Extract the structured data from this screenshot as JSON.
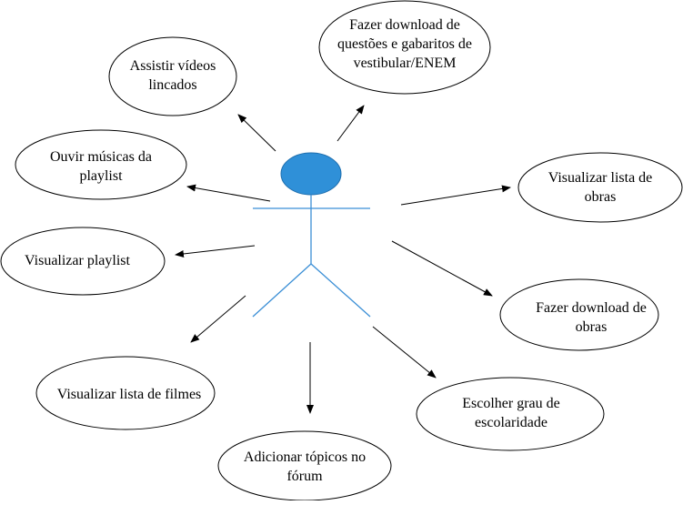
{
  "diagram": {
    "actor": {
      "color": "#2f90d8",
      "stroke": "#3b8fd6"
    },
    "use_cases": {
      "fazer_download_questoes": "Fazer download de questões e gabaritos de vestibular/ENEM",
      "assistir_videos": "Assistir vídeos lincados",
      "ouvir_musicas": "Ouvir músicas da playlist",
      "visualizar_playlist": "Visualizar playlist",
      "visualizar_filmes": "Visualizar lista de filmes",
      "adicionar_topicos": "Adicionar tópicos no fórum",
      "escolher_grau": "Escolher grau de escolaridade",
      "fazer_download_obras": "Fazer download de obras",
      "visualizar_obras": "Visualizar lista de obras"
    }
  }
}
